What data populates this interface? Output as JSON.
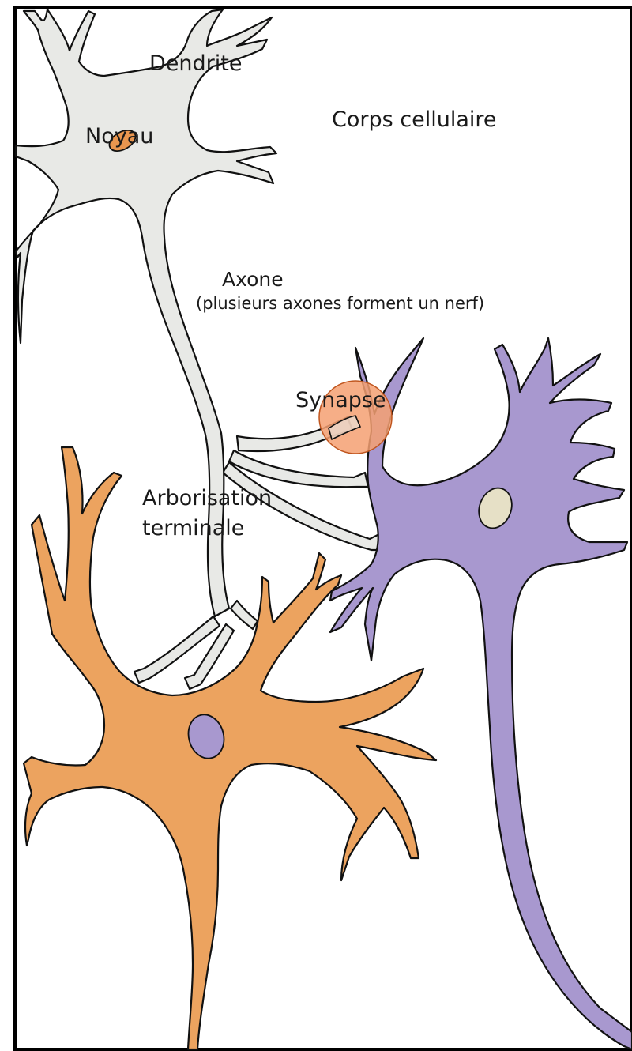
{
  "labels": {
    "dendrite": "Dendrite",
    "noyau": "Noyau",
    "corps_cellulaire": "Corps cellulaire",
    "axone": "Axone",
    "axone_note": "(plusieurs axones forment un nerf)",
    "synapse": "Synapse",
    "arborisation_line1": "Arborisation",
    "arborisation_line2": "terminale"
  },
  "colors": {
    "neuron_gray_fill": "#e8e9e6",
    "neuron_orange_fill": "#eca35f",
    "neuron_purple_fill": "#a898cf",
    "nucleus_orange": "#e9964f",
    "nucleus_purple": "#a898cf",
    "nucleus_cream": "#e6e0c6",
    "synapse_highlight": "#f4a072",
    "outline": "#111111",
    "frame": "#000000"
  }
}
